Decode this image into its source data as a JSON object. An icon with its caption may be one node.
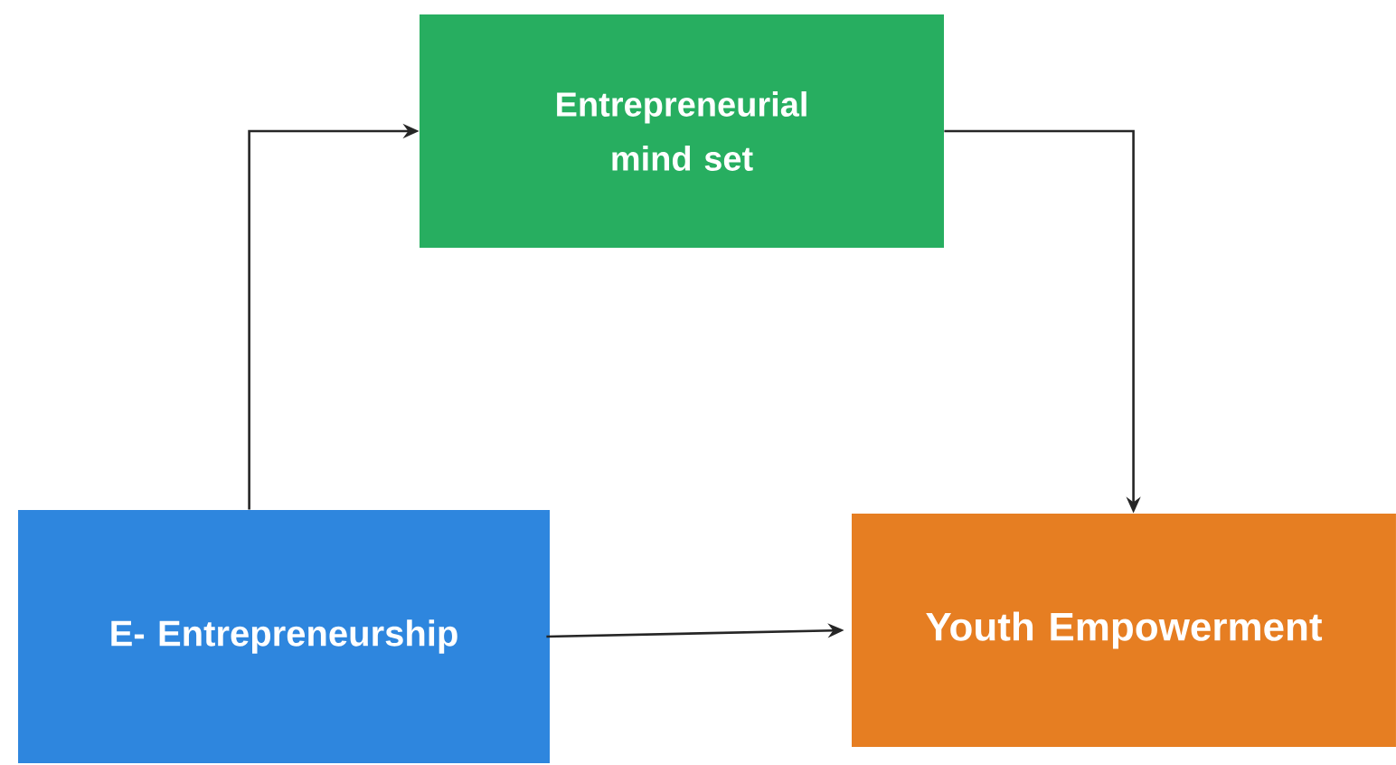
{
  "diagram": {
    "nodes": [
      {
        "text": [
          "E- Entrepreneurship"
        ]
      },
      {
        "text": [
          "Entrepreneurial mind set"
        ]
      },
      {
        "text": [
          "Youth Empowerment"
        ]
      }
    ],
    "edges": [
      {
        "from": 0,
        "to": 1,
        "arrow": "to"
      },
      {
        "from": 1,
        "to": 2,
        "arrow": "to"
      },
      {
        "from": 0,
        "to": 2,
        "arrow": "to"
      }
    ]
  }
}
